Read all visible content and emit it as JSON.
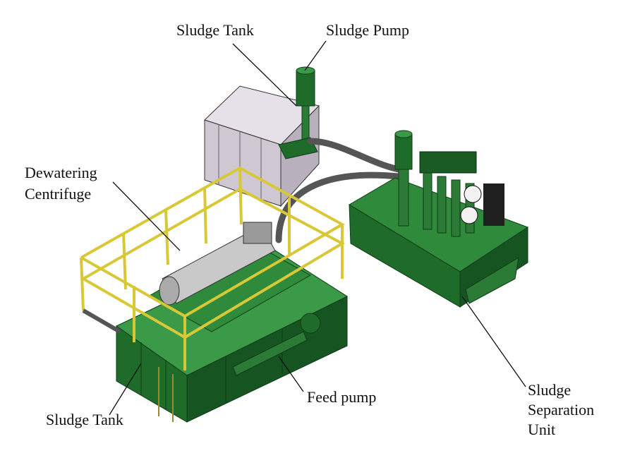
{
  "labels": {
    "sludge_tank_top": "Sludge Tank",
    "sludge_pump": "Sludge Pump",
    "dewatering_centrifuge_line1": "Dewatering",
    "dewatering_centrifuge_line2": "Centrifuge",
    "feed_pump": "Feed pump",
    "sludge_tank_bottom": "Sludge Tank",
    "separation_unit_line1": "Sludge",
    "separation_unit_line2": "Separation",
    "separation_unit_line3": "Unit"
  },
  "colors": {
    "equipment_green": "#1f6b2a",
    "equipment_green_dark": "#0f3d17",
    "equipment_green_light": "#3a9a48",
    "railing_yellow": "#d8c838",
    "tank_grey": "#cfc8d2",
    "hose_grey": "#5a5a5a"
  }
}
